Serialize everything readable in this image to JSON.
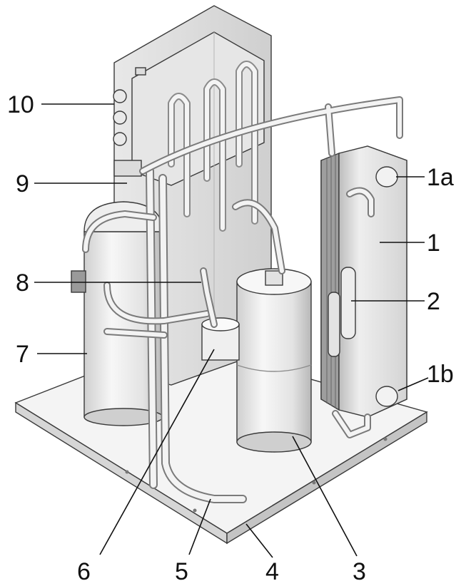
{
  "colors": {
    "background": "#ffffff",
    "metal_light": "#f2f2f2",
    "metal_mid": "#d9d9d9",
    "metal_dark": "#9a9a9a",
    "line": "#111111"
  },
  "callouts": [
    {
      "id": "1a",
      "label": "1a"
    },
    {
      "id": "1",
      "label": "1"
    },
    {
      "id": "2",
      "label": "2"
    },
    {
      "id": "1b",
      "label": "1b"
    },
    {
      "id": "3",
      "label": "3"
    },
    {
      "id": "4",
      "label": "4"
    },
    {
      "id": "5",
      "label": "5"
    },
    {
      "id": "6",
      "label": "6"
    },
    {
      "id": "7",
      "label": "7"
    },
    {
      "id": "8",
      "label": "8"
    },
    {
      "id": "9",
      "label": "9"
    },
    {
      "id": "10",
      "label": "10"
    }
  ]
}
